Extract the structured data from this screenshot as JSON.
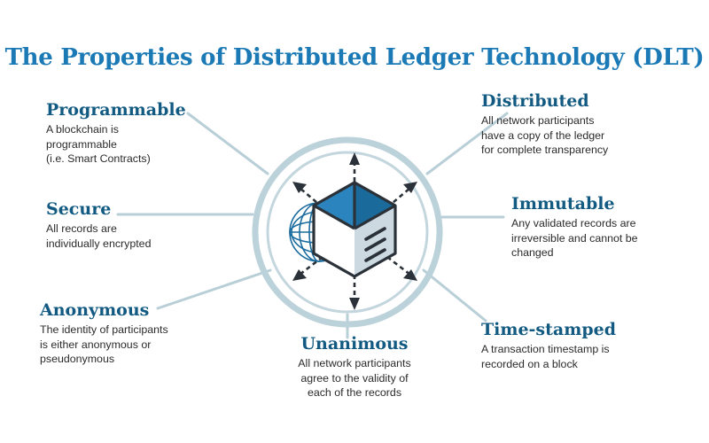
{
  "page": {
    "title": "The Properties of Distributed Ledger Technology (DLT)",
    "background_color": "#ffffff"
  },
  "colors": {
    "title_blue": "#1b7ab5",
    "heading_blue": "#125a82",
    "body_text": "#2b2b2b",
    "connector": "#b9cfd8",
    "ring": "#bcd2da",
    "cube_top_light": "#2b84bd",
    "cube_top_dark": "#1a6a9b",
    "cube_face_gray": "#ccd9e0",
    "globe_blue": "#1a6b9e",
    "outline_dark": "#2b3138"
  },
  "center_graphic": {
    "name": "blockchain-globe-cube-emblem",
    "elements": [
      "outer-ring",
      "inner-ring",
      "wireframe-globe",
      "isometric-cube",
      "radiating-dashed-arrows"
    ],
    "arrow_count": 6,
    "cube_line_count": 3
  },
  "properties": [
    {
      "id": "programmable",
      "heading": "Programmable",
      "body": "A blockchain is\nprogrammable\n(i.e. Smart Contracts)"
    },
    {
      "id": "secure",
      "heading": "Secure",
      "body": "All records are\nindividually encrypted"
    },
    {
      "id": "anonymous",
      "heading": "Anonymous",
      "body": "The identity of participants\nis either anonymous or\npseudonymous"
    },
    {
      "id": "distributed",
      "heading": "Distributed",
      "body": "All network participants\nhave a copy of the ledger\nfor complete transparency"
    },
    {
      "id": "immutable",
      "heading": "Immutable",
      "body": "Any validated records are\nirreversible and cannot be\nchanged"
    },
    {
      "id": "time_stamped",
      "heading": "Time-stamped",
      "body": "A transaction timestamp is\nrecorded on a block"
    },
    {
      "id": "unanimous",
      "heading": "Unanimous",
      "body": "All network participants\nagree to the validity of\neach of the records"
    }
  ]
}
